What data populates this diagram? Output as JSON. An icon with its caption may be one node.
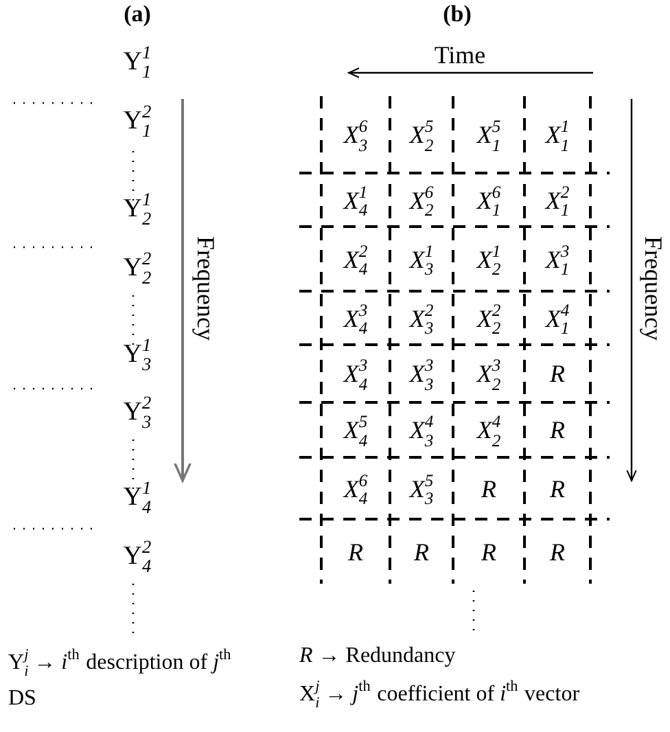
{
  "diagram": {
    "labels": [
      "(a)",
      "(b)",
      "Time",
      "Y$^{1}$$_{1}$",
      "Y$^{2}$$_{1}$",
      "Y$^{1}$$_{2}$",
      "Y$^{2}$$_{2}$",
      "Y$^{1}$$_{3}$",
      "Y$^{2}$$_{3}$",
      "Y$^{1}$$_{4}$",
      "Y$^{2}$$_{4}$",
      "Frequency",
      "X$^{6}$$_{3}$",
      "X$^{5}$$_{2}$",
      "X$^{5}$$_{1}$",
      "X$^{1}$$_{1}$",
      "X$^{1}$$_{4}$",
      "X$^{6}$$_{2}$",
      "X$^{6}$$_{1}$",
      "X$^{2}$$_{1}$",
      "X$^{2}$$_{4}$",
      "X$^{1}$$_{3}$",
      "X$^{1}$$_{2}$",
      "X$^{3}$$_{1}$",
      "X$^{3}$$_{4}$",
      "X$^{2}$$_{3}$",
      "X$^{2}$$_{2}$",
      "X$^{4}$$_{1}$",
      "X$^{3}$$_{4}$",
      "X$^{3}$$_{3}$",
      "X$^{3}$$_{2}$",
      "R",
      "X$^{5}$$_{4}$",
      "X$^{4}$$_{3}$",
      "X$^{4}$$_{2}$",
      "R",
      "X$^{6}$$_{4}$",
      "X$^{5}$$_{3}$",
      "R",
      "R",
      "R",
      "R",
      "R",
      "R",
      "Frequency",
      "Y$^{j}$$_{i}$ → *i*$^{th}$ description of *j*$^{th}$ DS",
      "*R* → Redundancy",
      "X$^{j}$$_{i}$ → *j*$^{th}$ coefficient of *i*$^{th}$ vector"
    ]
  }
}
